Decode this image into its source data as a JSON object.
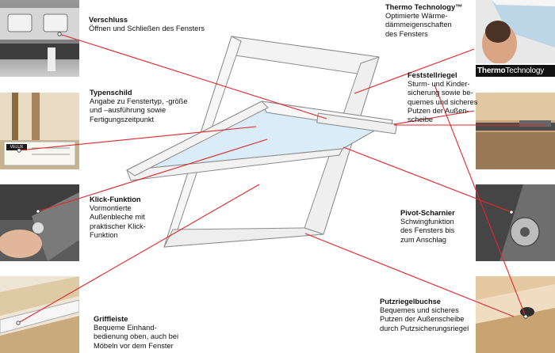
{
  "labels": [
    {
      "id": "verschluss",
      "title": "Verschluss",
      "desc": "Öffnen und Schließen des Fensters"
    },
    {
      "id": "typenschild",
      "title": "Typenschild",
      "desc": "Angabe zu Fenstertyp, -größe\nund –ausführung sowie\nFertigungszeitpunkt"
    },
    {
      "id": "klick",
      "title": "Klick-Funktion",
      "desc": "Vormontierte\nAußenbleche mit\npraktischer Klick-\nFunktion"
    },
    {
      "id": "griffleiste",
      "title": "Griffleiste",
      "desc": "Bequeme Einhand-\nbedienung oben, auch bei\nMöbeln vor dem Fenster"
    },
    {
      "id": "thermo",
      "title": "Thermo Technology™",
      "desc": "Optimierte Wärme-\ndämmeigenschaften\ndes Fensters"
    },
    {
      "id": "feststell",
      "title": "Feststellriegel",
      "desc": "Sturm- und Kinder-\nsicherung sowie be-\nquemes und sicheres\nPutzen der Außen-\nscheibe"
    },
    {
      "id": "pivot",
      "title": "Pivot-Scharnier",
      "desc": "Schwingfunktion\ndes Fensters bis\nzum Anschlag"
    },
    {
      "id": "putzriegel",
      "title": "Putzriegelbuchse",
      "desc": "Bequemes und sicheres\nPutzen der Außenscheibe\ndurch Putzsicherungsriegel"
    }
  ],
  "logo": {
    "bold": "Thermo",
    "rest": "Technology"
  },
  "badge": "VELUX",
  "colors": {
    "line": "#e3262b",
    "frame": "#f4f4f4",
    "glass": "#d9ecf7",
    "wood": "#d8b98e"
  }
}
